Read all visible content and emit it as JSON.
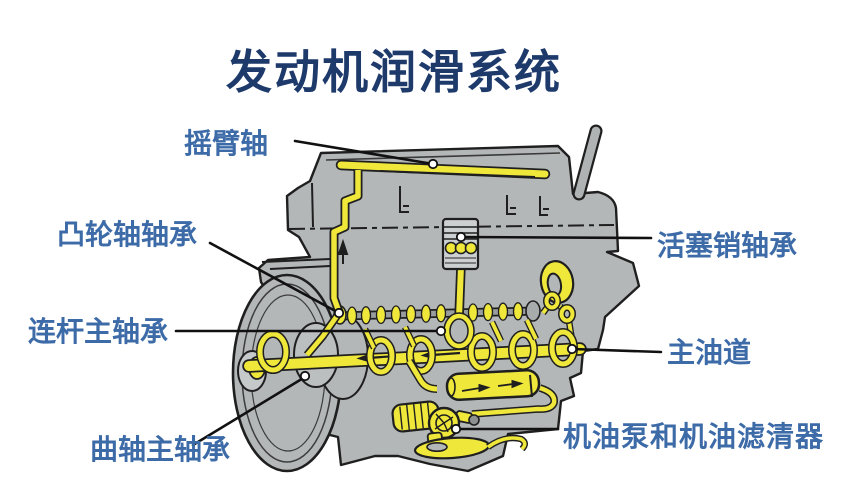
{
  "title": "发动机润滑系统",
  "colors": {
    "background": "#ffffff",
    "title_text": "#1d3a6b",
    "label_text": "#3d6ba8",
    "engine_body": "#b4b7b8",
    "oil_parts": "#efe73a",
    "outline": "#1f1f1f"
  },
  "diagram": {
    "type": "labeled engine lubrication system cutaway",
    "labels": [
      {
        "id": "rocker-arm-shaft",
        "text": "摇臂轴"
      },
      {
        "id": "camshaft-bearing",
        "text": "凸轮轴轴承"
      },
      {
        "id": "connecting-rod-main-bearing",
        "text": "连杆主轴承"
      },
      {
        "id": "crankshaft-main-bearing",
        "text": "曲轴主轴承"
      },
      {
        "id": "piston-pin-bearing",
        "text": "活塞销轴承"
      },
      {
        "id": "main-oil-gallery",
        "text": "主油道"
      },
      {
        "id": "oil-pump-and-oil-filter",
        "text": "机油泵和机油滤清器"
      }
    ]
  }
}
